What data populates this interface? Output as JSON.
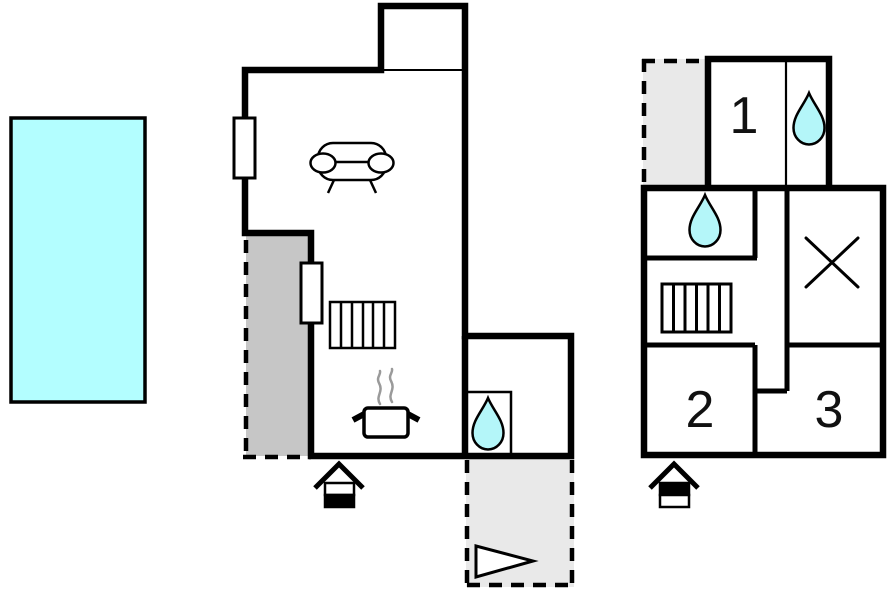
{
  "page": {
    "type": "floor-plan-diagram",
    "background": "#ffffff"
  },
  "colors": {
    "wall": "#000000",
    "pool_fill": "#b3feff",
    "drop_fill": "#b4f6f9",
    "terrace_dark": "#c6c6c6",
    "terrace_light": "#e9e9e9",
    "steam": "#9a9a9a",
    "icon_fill": "#ffffff",
    "text": "#111111"
  },
  "pool": {
    "feature": "swimming pool"
  },
  "ground_floor": {
    "features": {
      "sofa": "sofa",
      "radiator": "radiator",
      "stove": "stove with steam",
      "shower": "water drop",
      "entrance": "entrance marker",
      "side_terrace": "terrace (dashed edge)",
      "bottom_terrace": "terrace with direction arrow",
      "window_count": "2"
    }
  },
  "upper_floor": {
    "rooms": [
      {
        "number": "1"
      },
      {
        "number": "2"
      },
      {
        "number": "3"
      }
    ],
    "features": {
      "bath_top": "water drop",
      "bath_mid": "water drop",
      "stairs": "staircase",
      "cross": "roof window cross",
      "terrace": "terrace (dashed edge)",
      "entrance": "entrance marker"
    }
  }
}
